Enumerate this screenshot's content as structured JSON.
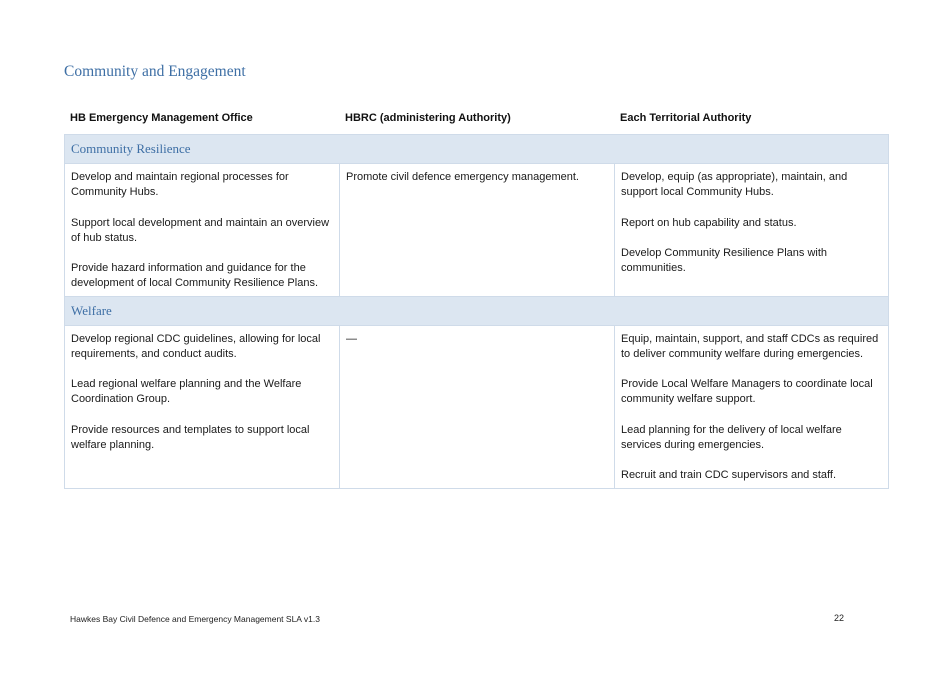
{
  "section_title": "Community and Engagement",
  "headers": [
    "HB Emergency Management Office",
    "HBRC (administering Authority)",
    "Each Territorial Authority"
  ],
  "sections": [
    {
      "title": "Community Resilience",
      "col1": [
        "Develop and maintain regional processes for Community Hubs.",
        "Support local development and maintain an overview of hub status.",
        "Provide hazard information and guidance for the development of local Community Resilience Plans."
      ],
      "col2": [
        "Promote civil defence emergency management."
      ],
      "col3": [
        "Develop, equip (as appropriate), maintain, and support local Community Hubs.",
        "Report on hub capability and status.",
        "Develop Community Resilience Plans with communities."
      ]
    },
    {
      "title": "Welfare",
      "col1": [
        "Develop regional CDC guidelines, allowing for local requirements, and conduct audits.",
        "Lead regional welfare planning and the Welfare Coordination Group.",
        "Provide resources and templates to support local welfare planning."
      ],
      "col2": [
        "—"
      ],
      "col3": [
        "Equip, maintain, support, and staff CDCs as required to deliver community welfare during emergencies.",
        "Provide Local Welfare Managers to coordinate local community welfare support.",
        "Lead planning for the delivery of local welfare services during emergencies.",
        "Recruit and train CDC supervisors and staff."
      ]
    }
  ],
  "footer": {
    "document": "Hawkes Bay Civil Defence and Emergency Management SLA v1.3",
    "page": "22"
  }
}
